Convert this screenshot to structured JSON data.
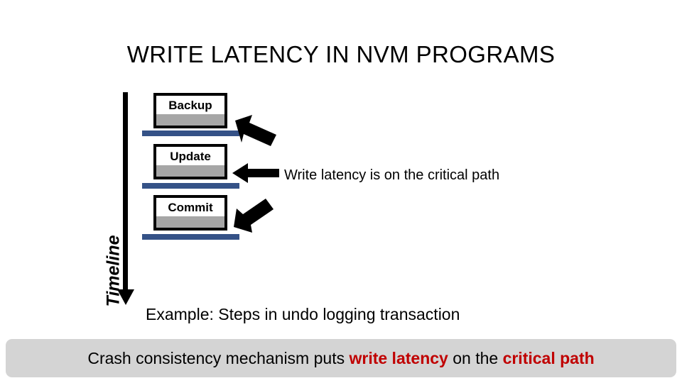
{
  "slide": {
    "title": "WRITE LATENCY IN NVM PROGRAMS",
    "background_color": "#ffffff"
  },
  "timeline": {
    "label": "Timeline",
    "direction": "downward",
    "axis_color": "#000000"
  },
  "diagram": {
    "description": "Three sequential steps of an undo logging transaction, each with a write (gray) region and a blue duration bar, with arrows indicating write latency on the critical path.",
    "box_border_color": "#000000",
    "box_fill_color": "#ffffff",
    "write_region_color": "#a6a6a6",
    "duration_bar_color": "#355287",
    "arrow_color": "#000000",
    "steps": [
      {
        "label": "Backup",
        "arrow": "arrow-up-left-icon"
      },
      {
        "label": "Update",
        "arrow": "arrow-left-icon"
      },
      {
        "label": "Commit",
        "arrow": "arrow-down-left-icon"
      }
    ]
  },
  "annotations": {
    "critical_path_note": "Write latency is on the critical path",
    "example_caption": "Example: Steps in undo logging transaction"
  },
  "takeaway": {
    "parts": [
      {
        "text": "Crash consistency mechanism puts ",
        "highlight": false
      },
      {
        "text": "write latency",
        "highlight": true
      },
      {
        "text": " on the ",
        "highlight": false
      },
      {
        "text": "critical path",
        "highlight": true
      }
    ],
    "background_color": "#d4d4d4",
    "highlight_color": "#c00000"
  }
}
